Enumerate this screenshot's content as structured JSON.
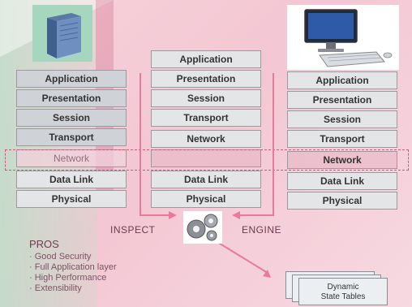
{
  "stacks": {
    "left": [
      {
        "label": "Application"
      },
      {
        "label": "Presentation"
      },
      {
        "label": "Session"
      },
      {
        "label": "Transport"
      },
      {
        "label": "Network"
      },
      {
        "label": "Data Link"
      },
      {
        "label": "Physical"
      }
    ],
    "middle": [
      {
        "label": "Application"
      },
      {
        "label": "Presentation"
      },
      {
        "label": "Session"
      },
      {
        "label": "Transport"
      },
      {
        "label": "Network"
      },
      {
        "label": ""
      },
      {
        "label": "Data Link"
      },
      {
        "label": "Physical"
      }
    ],
    "right": [
      {
        "label": "Application"
      },
      {
        "label": "Presentation"
      },
      {
        "label": "Session"
      },
      {
        "label": "Transport"
      },
      {
        "label": "Network"
      },
      {
        "label": "Data Link"
      },
      {
        "label": "Physical"
      }
    ]
  },
  "engine": {
    "inspect_label": "INSPECT",
    "engine_label": "ENGINE"
  },
  "pros": {
    "title": "PROS",
    "items": [
      "Good Security",
      "Full Application layer",
      "High Performance",
      "Extensibility"
    ]
  },
  "tables": {
    "label": "Dynamic\nState Tables"
  }
}
